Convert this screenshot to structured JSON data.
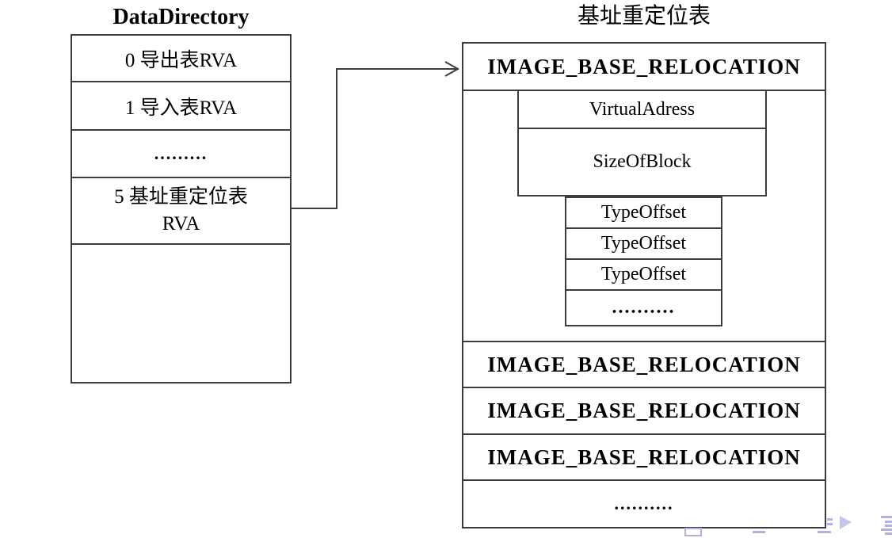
{
  "colors": {
    "border": "#3c3c3c",
    "text": "#000000",
    "nav": "#b2b2de",
    "nav_light": "#c6c6ec"
  },
  "left_table": {
    "title": "DataDirectory",
    "row_export": "0 导出表RVA",
    "row_import": "1 导入表RVA",
    "row_dots": ".........",
    "row_reloc_line1": "5 基址重定位表",
    "row_reloc_line2": "RVA"
  },
  "right_table": {
    "title": "基址重定位表",
    "block1_header": "IMAGE_BASE_RELOCATION",
    "virtual_address": "VirtualAdress",
    "size_of_block": "SizeOfBlock",
    "type_offset_1": "TypeOffset",
    "type_offset_2": "TypeOffset",
    "type_offset_3": "TypeOffset",
    "type_offset_dots": "..........",
    "block2_header": "IMAGE_BASE_RELOCATION",
    "block3_header": "IMAGE_BASE_RELOCATION",
    "block4_header": "IMAGE_BASE_RELOCATION",
    "bottom_dots": ".........."
  }
}
